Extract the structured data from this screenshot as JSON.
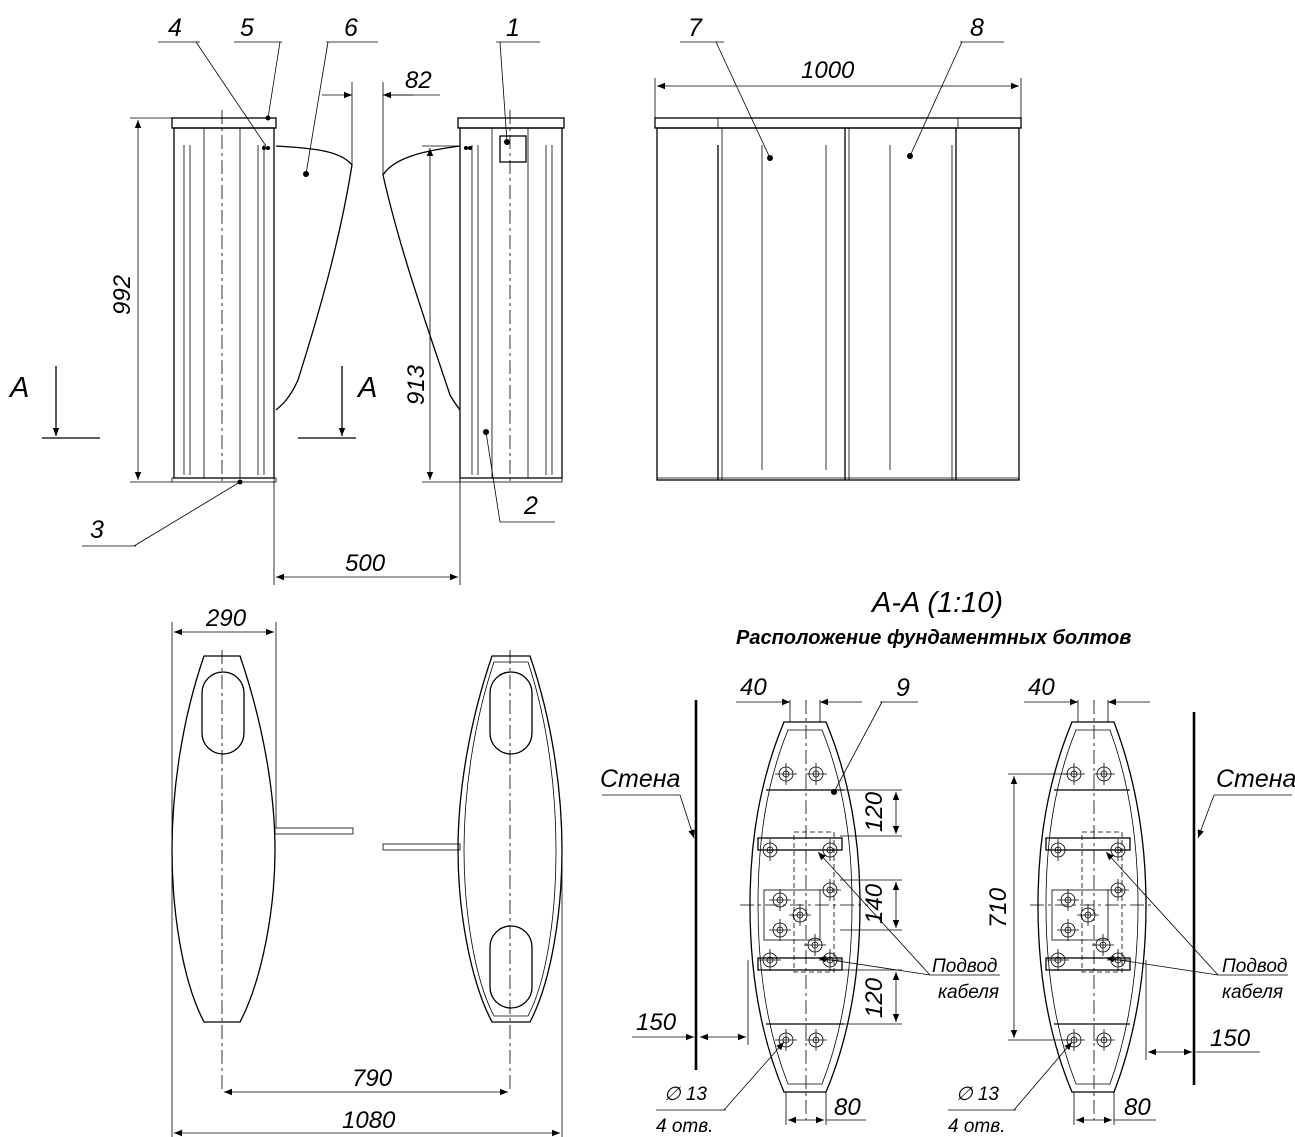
{
  "callouts": [
    "1",
    "2",
    "3",
    "4",
    "5",
    "6",
    "7",
    "8",
    "9"
  ],
  "dims": {
    "gap": "82",
    "height_total": "992",
    "height_body": "913",
    "width_front": "1000",
    "spacing": "500",
    "width_top": "290",
    "centers": "790",
    "overall": "1080",
    "bolt_40_left": "40",
    "bolt_40_right": "40",
    "bolt_120_top": "120",
    "bolt_140": "140",
    "bolt_120_bottom": "120",
    "bolt_710": "710",
    "wall_150_left": "150",
    "wall_150_right": "150",
    "bolt_80_left": "80",
    "bolt_80_right": "80"
  },
  "section_mark": "A",
  "section_title": "A-A (1:10)",
  "section_subtitle": "Расположение фундаментных болтов",
  "wall_label": "Стена",
  "cable_line1": "Подвод",
  "cable_line2": "кабеля",
  "hole_diameter": "∅ 13",
  "hole_count": "4 отв."
}
